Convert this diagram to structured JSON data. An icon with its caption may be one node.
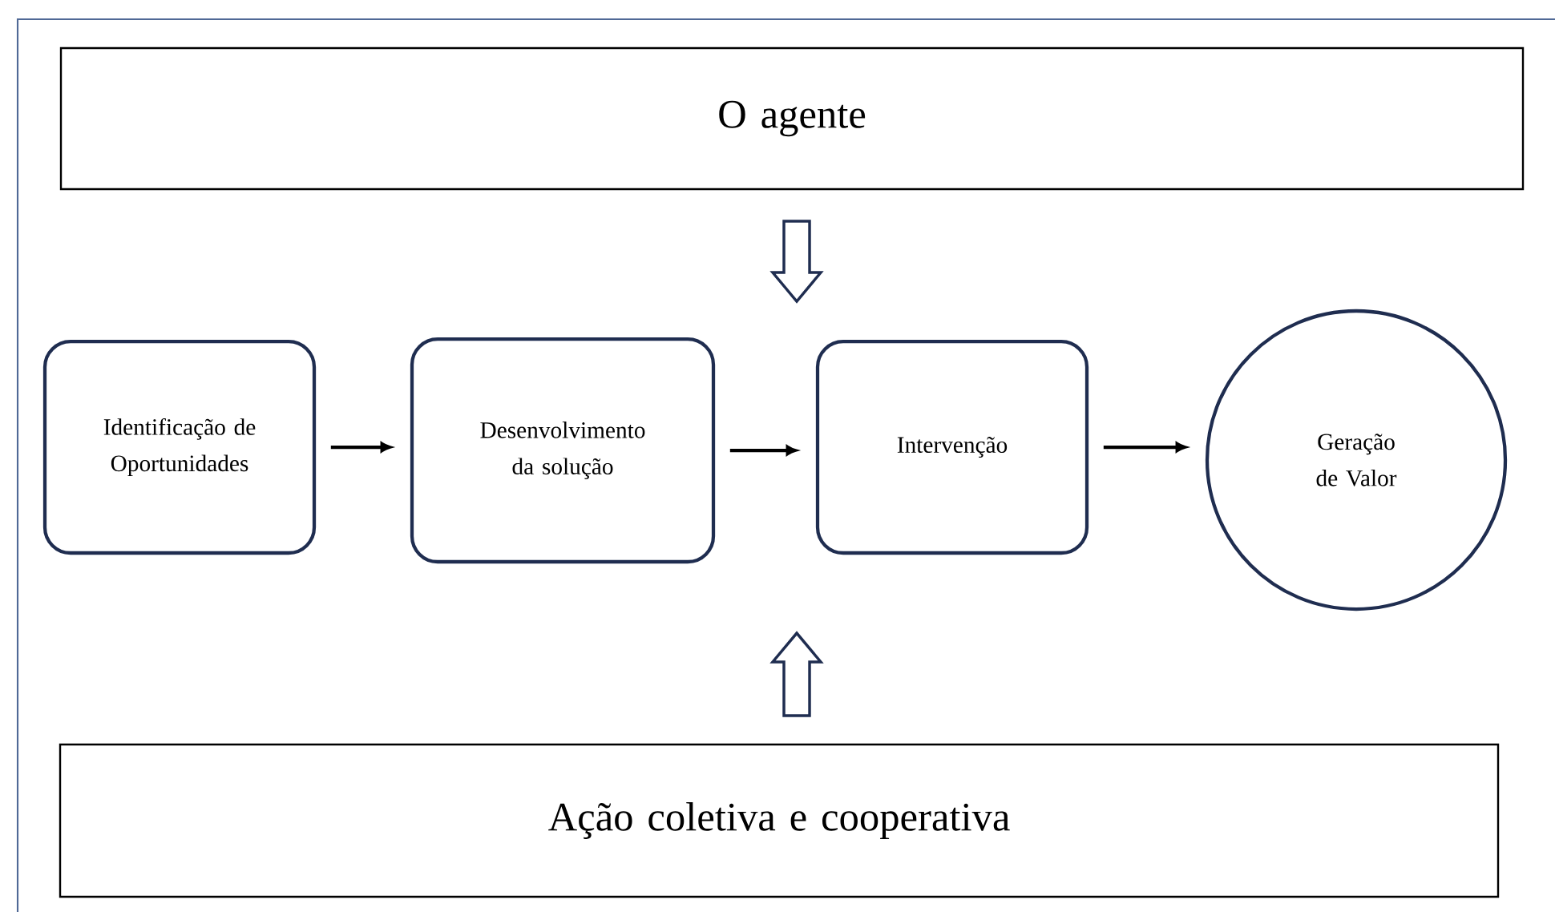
{
  "diagram": {
    "nodes": [
      {
        "text": [
          "O agente"
        ]
      },
      {
        "text": [
          "Identificação de Oportunidades"
        ]
      },
      {
        "text": [
          "Desenvolvimento da solução"
        ]
      },
      {
        "text": [
          "Intervenção"
        ]
      },
      {
        "text": [
          "Geração de Valor"
        ]
      },
      {
        "text": [
          "Ação coletiva e cooperativa"
        ]
      }
    ],
    "edges": [
      {
        "from": 1,
        "to": 2,
        "arrow": "to"
      },
      {
        "from": 2,
        "to": 3,
        "arrow": "to"
      },
      {
        "from": 3,
        "to": 4,
        "arrow": "to"
      },
      {
        "from": 0,
        "to": 3,
        "arrow": "to",
        "style": "thick"
      },
      {
        "from": 5,
        "to": 3,
        "arrow": "to",
        "style": "thick"
      }
    ]
  }
}
